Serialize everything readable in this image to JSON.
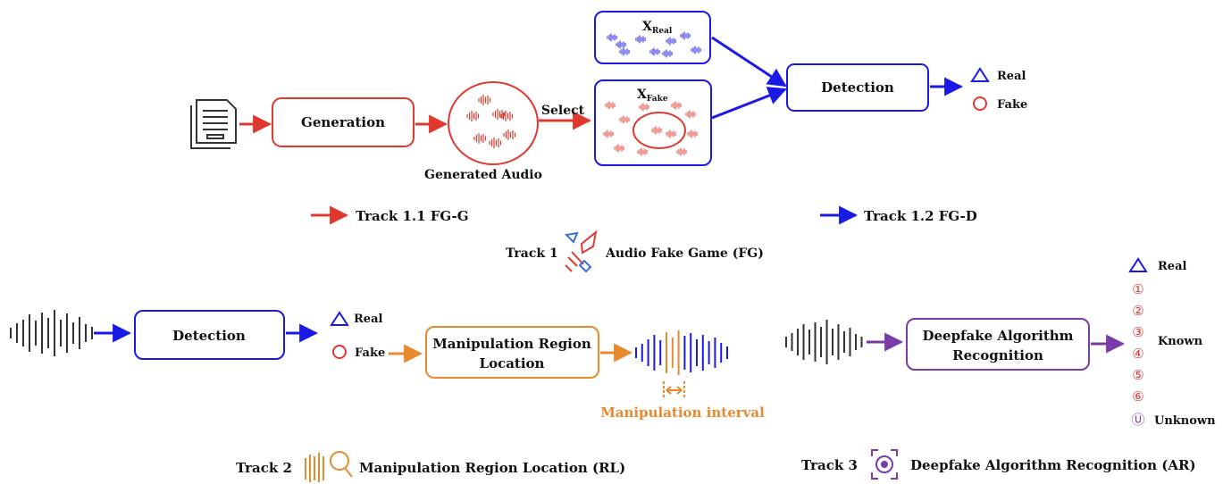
{
  "colors": {
    "red": "#e0382f",
    "blue": "#1a1ae6",
    "orange": "#e8892d",
    "purple": "#7a3aa8",
    "dark": "#333333"
  },
  "track1": {
    "generation": "Generation",
    "generated_audio": "Generated Audio",
    "select": "Select",
    "x_real_main": "X",
    "x_real_sub": "Real",
    "x_fake_main": "X",
    "x_fake_sub": "Fake",
    "detection": "Detection",
    "out_real": "Real",
    "out_fake": "Fake",
    "legend_g": "Track 1.1 FG-G",
    "legend_d": "Track 1.2 FG-D",
    "title_prefix": "Track 1",
    "title_suffix": "Audio Fake Game (FG)",
    "icons": [
      "document-icon",
      "sword-icon"
    ]
  },
  "track2": {
    "detection": "Detection",
    "out_real": "Real",
    "out_fake": "Fake",
    "location_line1": "Manipulation Region",
    "location_line2": "Location",
    "interval": "Manipulation interval",
    "title_prefix": "Track 2",
    "title_suffix": "Manipulation Region Location (RL)",
    "icons": [
      "waveform-magnifier-icon"
    ]
  },
  "track3": {
    "box_line1": "Deepfake Algorithm",
    "box_line2": "Recognition",
    "out_real": "Real",
    "numbered": [
      "①",
      "②",
      "③",
      "④",
      "⑤",
      "⑥"
    ],
    "unknown_mark": "Ⓤ",
    "known": "Known",
    "unknown": "Unknown",
    "title_prefix": "Track 3",
    "title_suffix": "Deepfake Algorithm Recognition (AR)",
    "icons": [
      "target-icon"
    ]
  }
}
